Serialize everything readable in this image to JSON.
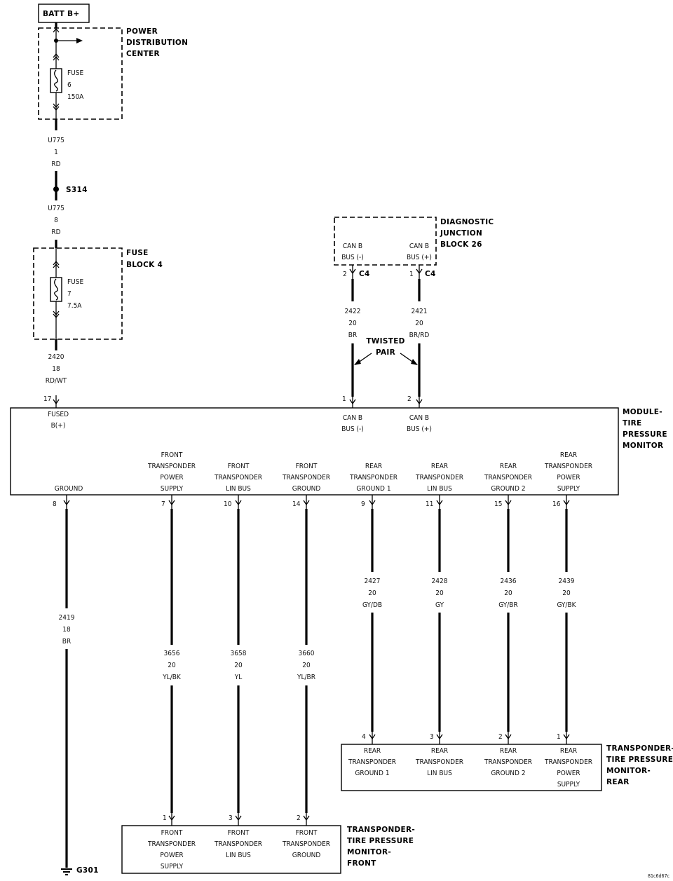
{
  "batt": "BATT B+",
  "pdc": {
    "l1": "POWER",
    "l2": "DISTRIBUTION",
    "l3": "CENTER"
  },
  "fuse6": {
    "label": "FUSE",
    "num": "6",
    "amp": "150A"
  },
  "wire_u775_1": {
    "c": "U775",
    "g": "1",
    "col": "RD"
  },
  "splice": "S314",
  "wire_u775_8": {
    "c": "U775",
    "g": "8",
    "col": "RD"
  },
  "fuseblock": {
    "l1": "FUSE",
    "l2": "BLOCK 4"
  },
  "fuse7": {
    "label": "FUSE",
    "num": "7",
    "amp": "7.5A"
  },
  "wire_2420": {
    "c": "2420",
    "g": "18",
    "col": "RD/WT"
  },
  "dlc": {
    "l1": "DIAGNOSTIC",
    "l2": "JUNCTION",
    "l3": "BLOCK 26",
    "pin_minus": {
      "l1": "CAN B",
      "l2": "BUS (-)"
    },
    "pin_plus": {
      "l1": "CAN B",
      "l2": "BUS (+)"
    },
    "conn": "C4",
    "pin2": "2",
    "pin1": "1"
  },
  "wire_2422": {
    "c": "2422",
    "g": "20",
    "col": "BR"
  },
  "wire_2421": {
    "c": "2421",
    "g": "20",
    "col": "BR/RD"
  },
  "twisted": {
    "l1": "TWISTED",
    "l2": "PAIR"
  },
  "module": {
    "l1": "MODULE-",
    "l2": "TIRE",
    "l3": "PRESSURE",
    "l4": "MONITOR",
    "fused": {
      "l1": "FUSED",
      "l2": "B(+)",
      "pin": "17"
    },
    "canm": {
      "l1": "CAN B",
      "l2": "BUS (-)",
      "pin": "1"
    },
    "canp": {
      "l1": "CAN B",
      "l2": "BUS (+)",
      "pin": "2"
    },
    "ground": {
      "l1": "GROUND",
      "pin": "8"
    },
    "fps": {
      "l1": "FRONT",
      "l2": "TRANSPONDER",
      "l3": "POWER",
      "l4": "SUPPLY",
      "pin": "7"
    },
    "flin": {
      "l1": "FRONT",
      "l2": "TRANSPONDER",
      "l3": "LIN BUS",
      "pin": "10"
    },
    "fgnd": {
      "l1": "FRONT",
      "l2": "TRANSPONDER",
      "l3": "GROUND",
      "pin": "14"
    },
    "rg1": {
      "l1": "REAR",
      "l2": "TRANSPONDER",
      "l3": "GROUND 1",
      "pin": "9"
    },
    "rlin": {
      "l1": "REAR",
      "l2": "TRANSPONDER",
      "l3": "LIN BUS",
      "pin": "11"
    },
    "rg2": {
      "l1": "REAR",
      "l2": "TRANSPONDER",
      "l3": "GROUND 2",
      "pin": "15"
    },
    "rps": {
      "l1": "REAR",
      "l2": "TRANSPONDER",
      "l3": "POWER",
      "l4": "SUPPLY",
      "pin": "16"
    }
  },
  "wire_2419": {
    "c": "2419",
    "g": "18",
    "col": "BR"
  },
  "wire_3656": {
    "c": "3656",
    "g": "20",
    "col": "YL/BK"
  },
  "wire_3658": {
    "c": "3658",
    "g": "20",
    "col": "YL"
  },
  "wire_3660": {
    "c": "3660",
    "g": "20",
    "col": "YL/BR"
  },
  "wire_2427": {
    "c": "2427",
    "g": "20",
    "col": "GY/DB"
  },
  "wire_2428": {
    "c": "2428",
    "g": "20",
    "col": "GY"
  },
  "wire_2436": {
    "c": "2436",
    "g": "20",
    "col": "GY/BR"
  },
  "wire_2439": {
    "c": "2439",
    "g": "20",
    "col": "GY/BK"
  },
  "ground_pt": "G301",
  "rear_tx": {
    "l1": "TRANSPONDER-",
    "l2": "TIRE PRESSURE",
    "l3": "MONITOR-",
    "l4": "REAR",
    "g1": {
      "l1": "REAR",
      "l2": "TRANSPONDER",
      "l3": "GROUND 1",
      "pin": "4"
    },
    "lin": {
      "l1": "REAR",
      "l2": "TRANSPONDER",
      "l3": "LIN BUS",
      "pin": "3"
    },
    "g2": {
      "l1": "REAR",
      "l2": "TRANSPONDER",
      "l3": "GROUND 2",
      "pin": "2"
    },
    "ps": {
      "l1": "REAR",
      "l2": "TRANSPONDER",
      "l3": "POWER",
      "l4": "SUPPLY",
      "pin": "1"
    }
  },
  "front_tx": {
    "l1": "TRANSPONDER-",
    "l2": "TIRE PRESSURE",
    "l3": "MONITOR-",
    "l4": "FRONT",
    "ps": {
      "l1": "FRONT",
      "l2": "TRANSPONDER",
      "l3": "POWER",
      "l4": "SUPPLY",
      "pin": "1"
    },
    "lin": {
      "l1": "FRONT",
      "l2": "TRANSPONDER",
      "l3": "LIN BUS",
      "pin": "3"
    },
    "gnd": {
      "l1": "FRONT",
      "l2": "TRANSPONDER",
      "l3": "GROUND",
      "pin": "2"
    }
  },
  "figure_id": "81c6d67c"
}
